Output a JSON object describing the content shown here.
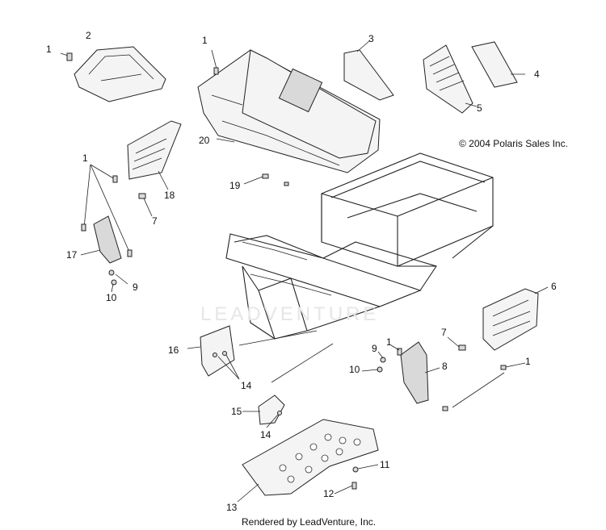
{
  "diagram": {
    "copyright": "© 2004 Polaris Sales Inc.",
    "rendered_by": "Rendered by LeadVenture, Inc.",
    "watermark": "LEADVENTURE",
    "callouts": [
      {
        "id": "c1a",
        "label": "1"
      },
      {
        "id": "c2",
        "label": "2"
      },
      {
        "id": "c1b",
        "label": "1"
      },
      {
        "id": "c3",
        "label": "3"
      },
      {
        "id": "c4",
        "label": "4"
      },
      {
        "id": "c5",
        "label": "5"
      },
      {
        "id": "c20",
        "label": "20"
      },
      {
        "id": "c1c",
        "label": "1"
      },
      {
        "id": "c18",
        "label": "18"
      },
      {
        "id": "c19",
        "label": "19"
      },
      {
        "id": "c7a",
        "label": "7"
      },
      {
        "id": "c17",
        "label": "17"
      },
      {
        "id": "c9a",
        "label": "9"
      },
      {
        "id": "c10a",
        "label": "10"
      },
      {
        "id": "c6",
        "label": "6"
      },
      {
        "id": "c7b",
        "label": "7"
      },
      {
        "id": "c16",
        "label": "16"
      },
      {
        "id": "c1d",
        "label": "1"
      },
      {
        "id": "c9b",
        "label": "9"
      },
      {
        "id": "c10b",
        "label": "10"
      },
      {
        "id": "c8",
        "label": "8"
      },
      {
        "id": "c1e",
        "label": "1"
      },
      {
        "id": "c14a",
        "label": "14"
      },
      {
        "id": "c15",
        "label": "15"
      },
      {
        "id": "c14b",
        "label": "14"
      },
      {
        "id": "c11",
        "label": "11"
      },
      {
        "id": "c12",
        "label": "12"
      },
      {
        "id": "c13",
        "label": "13"
      }
    ]
  }
}
